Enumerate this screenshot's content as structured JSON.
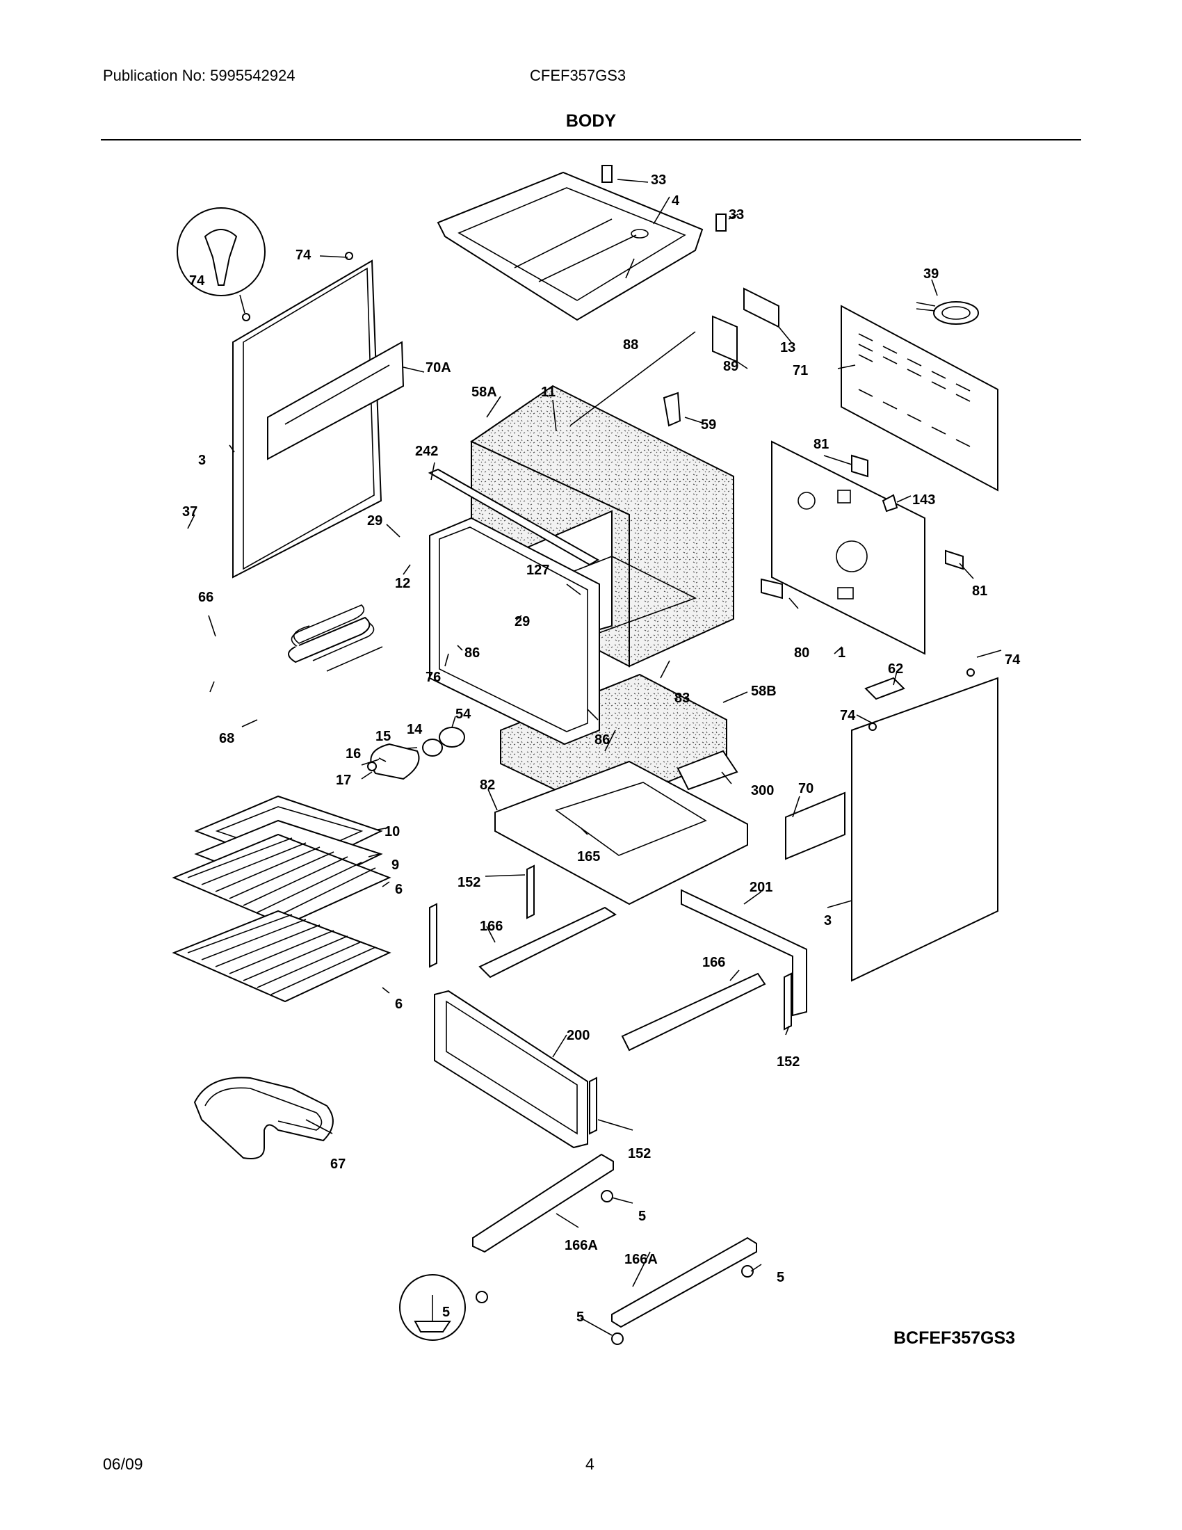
{
  "header": {
    "publication": "Publication No: 5995542924",
    "model": "CFEF357GS3",
    "section_title": "BODY"
  },
  "diagram_code": "BCFEF357GS3",
  "footer": {
    "date": "06/09",
    "page_number": "4"
  },
  "part_callouts": [
    "33",
    "4",
    "33",
    "74",
    "74",
    "39",
    "13",
    "88",
    "89",
    "71",
    "70A",
    "58A",
    "11",
    "59",
    "3",
    "242",
    "81",
    "143",
    "37",
    "29",
    "127",
    "12",
    "81",
    "66",
    "29",
    "86",
    "80",
    "1",
    "76",
    "62",
    "74",
    "54",
    "14",
    "83",
    "58B",
    "15",
    "16",
    "86",
    "74",
    "68",
    "17",
    "82",
    "300",
    "70",
    "10",
    "165",
    "9",
    "152",
    "201",
    "6",
    "166",
    "3",
    "166",
    "6",
    "200",
    "152",
    "152",
    "67",
    "5",
    "166A",
    "166A",
    "5",
    "5",
    "5"
  ]
}
